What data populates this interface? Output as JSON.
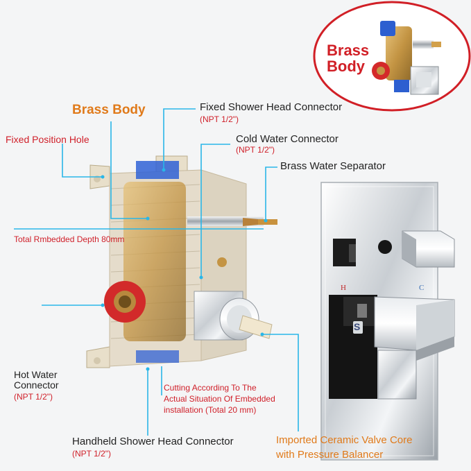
{
  "inset": {
    "label_line1": "Brass",
    "label_line2": "Body"
  },
  "labels": {
    "brass_body": "Brass Body",
    "fixed_position_hole": "Fixed Position Hole",
    "fixed_shower_head": "Fixed Shower Head Connector",
    "fixed_shower_head_spec": "(NPT 1/2\")",
    "cold_water": "Cold Water Connector",
    "cold_water_spec": "(NPT 1/2\")",
    "brass_separator": "Brass Water Separator",
    "total_depth": "Total Rmbedded Depth 80mm",
    "hot_water_line1": "Hot Water",
    "hot_water_line2": "Connector",
    "hot_water_spec": "(NPT 1/2\")",
    "cutting_line1": "Cutting According To The",
    "cutting_line2": "Actual Situation Of Embedded",
    "cutting_line3": "installation (Total 20 mm)",
    "handheld": "Handheld Shower Head Connector",
    "handheld_spec": "(NPT 1/2\")",
    "ceramic_line1": "Imported Ceramic Valve Core",
    "ceramic_line2": "with Pressure Balancer"
  },
  "trim": {
    "hot_mark": "H",
    "cold_mark": "C",
    "logo_letter": "S"
  },
  "colors": {
    "callout_line": "#29b6e8",
    "label_red": "#d0202a",
    "label_orange": "#e07a1a",
    "brass": "#c9a04a"
  }
}
